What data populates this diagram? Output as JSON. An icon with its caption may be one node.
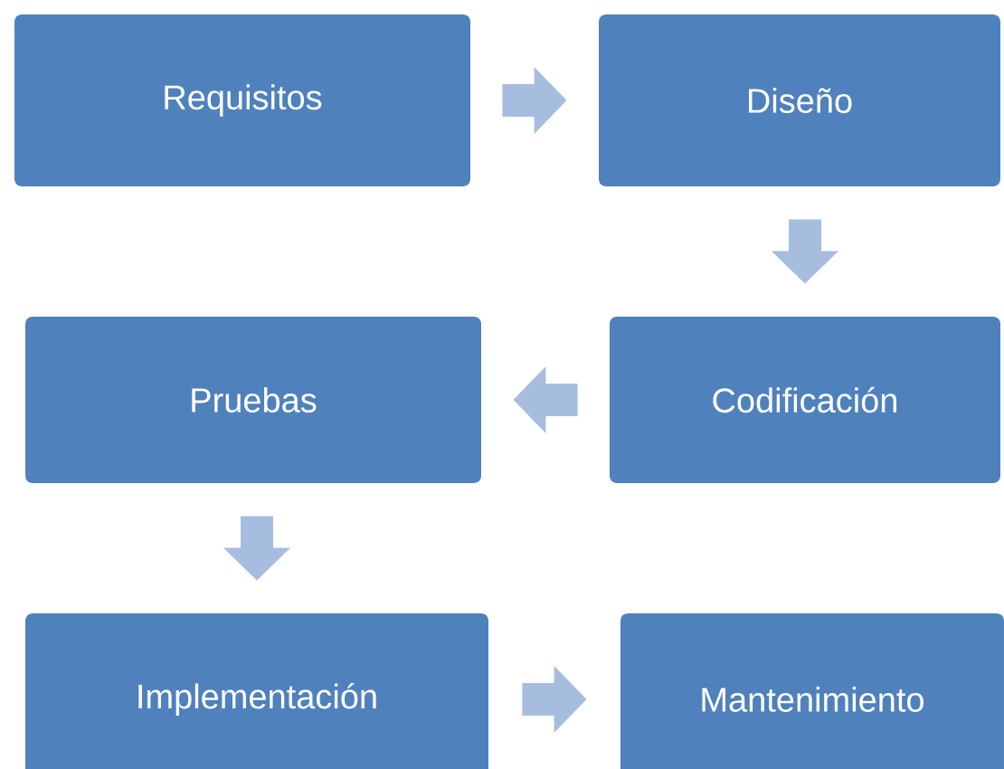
{
  "diagram": {
    "nodes": [
      {
        "text": [
          "Requisitos"
        ]
      },
      {
        "text": [
          "Diseño"
        ]
      },
      {
        "text": [
          "Pruebas"
        ]
      },
      {
        "text": [
          "Codificación"
        ]
      },
      {
        "text": [
          "Implementación"
        ]
      },
      {
        "text": [
          "Mantenimiento"
        ]
      }
    ],
    "edges": [
      {
        "from": 0,
        "to": 1,
        "arrow": "to"
      },
      {
        "from": 1,
        "to": 3,
        "arrow": "to"
      },
      {
        "from": 3,
        "to": 2,
        "arrow": "to"
      },
      {
        "from": 2,
        "to": 4,
        "arrow": "to"
      },
      {
        "from": 4,
        "to": 5,
        "arrow": "to"
      }
    ]
  }
}
